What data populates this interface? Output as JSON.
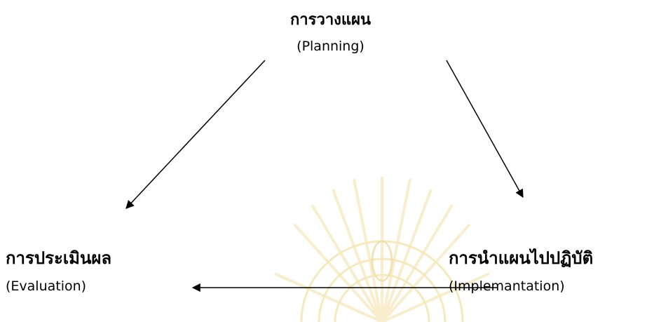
{
  "diagram": {
    "planning": {
      "thai": "การวางแผน",
      "english": "(Planning)"
    },
    "evaluation": {
      "thai": "การประเมินผล",
      "english": "(Evaluation)"
    },
    "implementation": {
      "thai": "การนำแผนไปปฏิบัติ",
      "english": "(Implemantation)"
    }
  },
  "colors": {
    "text": "#000000",
    "arrow": "#000000",
    "watermark": "#f3e3a8"
  }
}
